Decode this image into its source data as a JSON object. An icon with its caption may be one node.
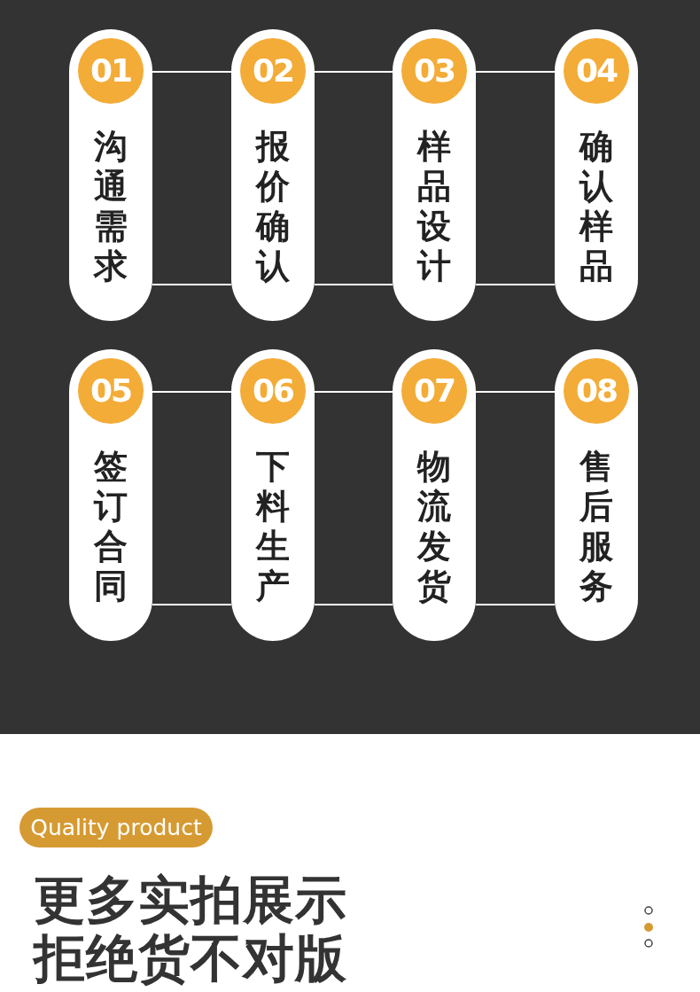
{
  "diagram": {
    "nodes": [
      {
        "text": [
          "沟通需求"
        ]
      },
      {
        "text": [
          "01"
        ],
        "in": 0
      },
      {
        "text": [
          "报价确认"
        ]
      },
      {
        "text": [
          "02"
        ],
        "in": 2
      },
      {
        "text": [
          "样品设计"
        ]
      },
      {
        "text": [
          "03"
        ],
        "in": 4
      },
      {
        "text": [
          "确认样品"
        ]
      },
      {
        "text": [
          "04"
        ],
        "in": 6
      },
      {
        "text": [
          "签订合同"
        ]
      },
      {
        "text": [
          "05"
        ],
        "in": 8
      },
      {
        "text": [
          "下料生产"
        ]
      },
      {
        "text": [
          "06"
        ],
        "in": 10
      },
      {
        "text": [
          "物流发货"
        ]
      },
      {
        "text": [
          "07"
        ],
        "in": 12
      },
      {
        "text": [
          "售后服务"
        ]
      },
      {
        "text": [
          "08"
        ],
        "in": 14
      },
      {
        "text": [
          "Quality product"
        ]
      }
    ],
    "edges": [
      {
        "from": 0,
        "to": 2,
        "arrow": "none"
      },
      {
        "from": 0,
        "to": 2,
        "arrow": "none"
      },
      {
        "from": 2,
        "to": 4,
        "arrow": "none"
      },
      {
        "from": 2,
        "to": 4,
        "arrow": "none"
      },
      {
        "from": 4,
        "to": 6,
        "arrow": "none"
      },
      {
        "from": 4,
        "to": 6,
        "arrow": "none"
      },
      {
        "from": 8,
        "to": 10,
        "arrow": "none"
      },
      {
        "from": 8,
        "to": 10,
        "arrow": "none"
      },
      {
        "from": 10,
        "to": 12,
        "arrow": "none"
      },
      {
        "from": 10,
        "to": 12,
        "arrow": "none"
      },
      {
        "from": 12,
        "to": 14,
        "arrow": "none"
      },
      {
        "from": 12,
        "to": 14,
        "arrow": "none"
      }
    ],
    "labels": [
      "更多实拍展示",
      "拒绝货不对版"
    ]
  }
}
